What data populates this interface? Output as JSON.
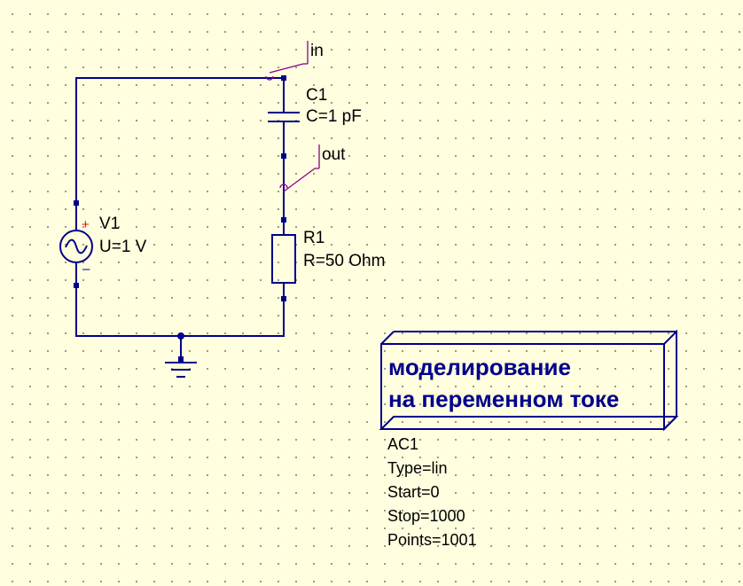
{
  "components": {
    "source": {
      "name": "V1",
      "param": "U=1 V",
      "plus": "+",
      "minus": "–"
    },
    "capacitor": {
      "name": "C1",
      "param": "C=1 pF"
    },
    "resistor": {
      "name": "R1",
      "param": "R=50 Ohm"
    }
  },
  "nodes": {
    "in": "in",
    "out": "out"
  },
  "simulation": {
    "title_line1": "моделирование",
    "title_line2": "на переменном токе",
    "name": "AC1",
    "type": "Type=lin",
    "start": "Start=0",
    "stop": "Stop=1000",
    "points": "Points=1001"
  },
  "colors": {
    "background": "#fffedf",
    "wire": "#00008b",
    "node_label_line": "#8b008b",
    "plus_sign": "#ff0000",
    "title": "#00008b"
  }
}
